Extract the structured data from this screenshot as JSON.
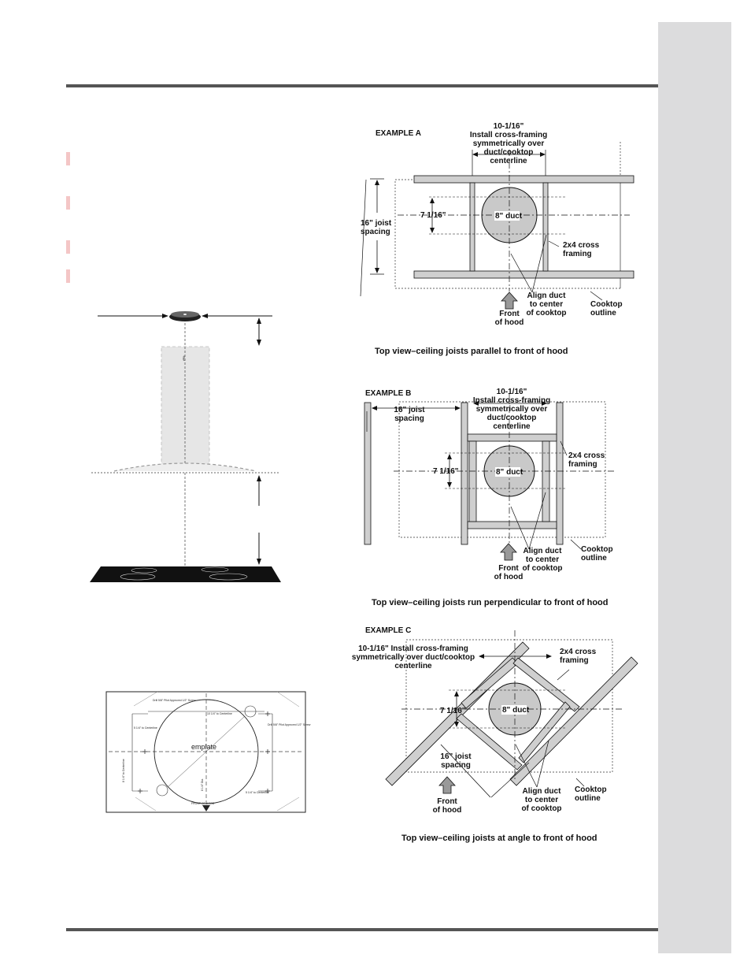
{
  "page": {
    "colors": {
      "rule": "#555555",
      "sidebar": "#dcdcdd",
      "bullet": "#f4c6c6",
      "member": "#cfcfcf",
      "duct": "#c9c9c9"
    }
  },
  "example_a": {
    "heading": "EXAMPLE A",
    "crossframe_note": [
      "10-1/16\"",
      "Install cross-framing",
      "symmetrically over",
      "duct/cooktop",
      "centerline"
    ],
    "joist_spacing": [
      "16\" joist",
      "spacing"
    ],
    "dim": "7 1/16\"",
    "duct": "8\" duct",
    "cross_framing": [
      "2x4 cross",
      "framing"
    ],
    "align": [
      "Align duct",
      "to center",
      "of cooktop"
    ],
    "front": [
      "Front",
      "of hood"
    ],
    "cooktop": [
      "Cooktop",
      "outline"
    ],
    "caption": "Top view–ceiling joists parallel to front of hood"
  },
  "example_b": {
    "heading": "EXAMPLE B",
    "crossframe_note": [
      "10-1/16\"",
      "Install cross-framing",
      "symmetrically over",
      "duct/cooktop",
      "centerline"
    ],
    "joist_spacing": [
      "16\" joist",
      "spacing"
    ],
    "dim": "7 1/16\"",
    "duct": "8\" duct",
    "cross_framing": [
      "2x4 cross",
      "framing"
    ],
    "align": [
      "Align duct",
      "to center",
      "of cooktop"
    ],
    "front": [
      "Front",
      "of hood"
    ],
    "cooktop": [
      "Cooktop",
      "outline"
    ],
    "caption": "Top view–ceiling joists run perpendicular to front of hood"
  },
  "example_c": {
    "heading": "EXAMPLE C",
    "crossframe_note": [
      "10-1/16\" Install cross-framing",
      "symmetrically over duct/cooktop",
      "centerline"
    ],
    "joist_spacing": [
      "16\" joist",
      "spacing"
    ],
    "dim": "7 1/16\"",
    "duct": "8\" duct",
    "cross_framing": [
      "2x4 cross",
      "framing"
    ],
    "align": [
      "Align duct",
      "to center",
      "of cooktop"
    ],
    "front": [
      "Front",
      "of hood"
    ],
    "cooktop": [
      "Cooktop",
      "outline"
    ],
    "caption": "Top view–ceiling joists at angle to front of hood"
  },
  "template": {
    "center_word": "emplate",
    "front_word": "FRONT OF HOOD",
    "notes": [
      "Drill 5/8\" Pilot Approved 1/2\" Screw",
      "10 1/4\" to Centerline",
      "Drill 5/8\" Pilot Approved 1/2\" Screw",
      "5 1/4\" to Centerline",
      "5 1/4\" to Centerline",
      "8 1/4\" to Centerline",
      "8 1/4\" to Centerline",
      "8 1/4\" Dia."
    ]
  }
}
